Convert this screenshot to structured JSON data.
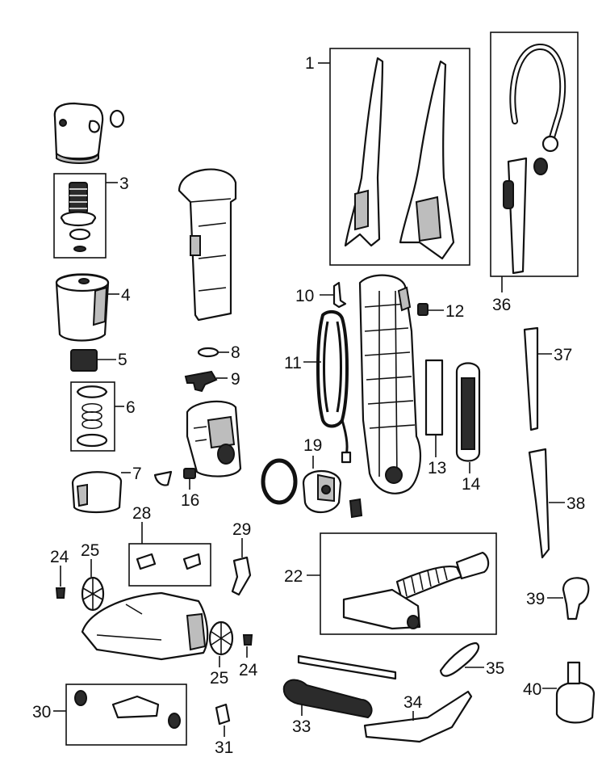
{
  "labels": {
    "p1": "1",
    "p3": "3",
    "p4": "4",
    "p5": "5",
    "p6": "6",
    "p7": "7",
    "p8": "8",
    "p9": "9",
    "p10": "10",
    "p11": "11",
    "p12": "12",
    "p13": "13",
    "p14": "14",
    "p16": "16",
    "p19": "19",
    "p22": "22",
    "p24a": "24",
    "p24b": "24",
    "p25a": "25",
    "p25b": "25",
    "p28": "28",
    "p29": "29",
    "p30": "30",
    "p31": "31",
    "p33": "33",
    "p34": "34",
    "p35": "35",
    "p36": "36",
    "p37": "37",
    "p38": "38",
    "p39": "39",
    "p40": "40"
  }
}
